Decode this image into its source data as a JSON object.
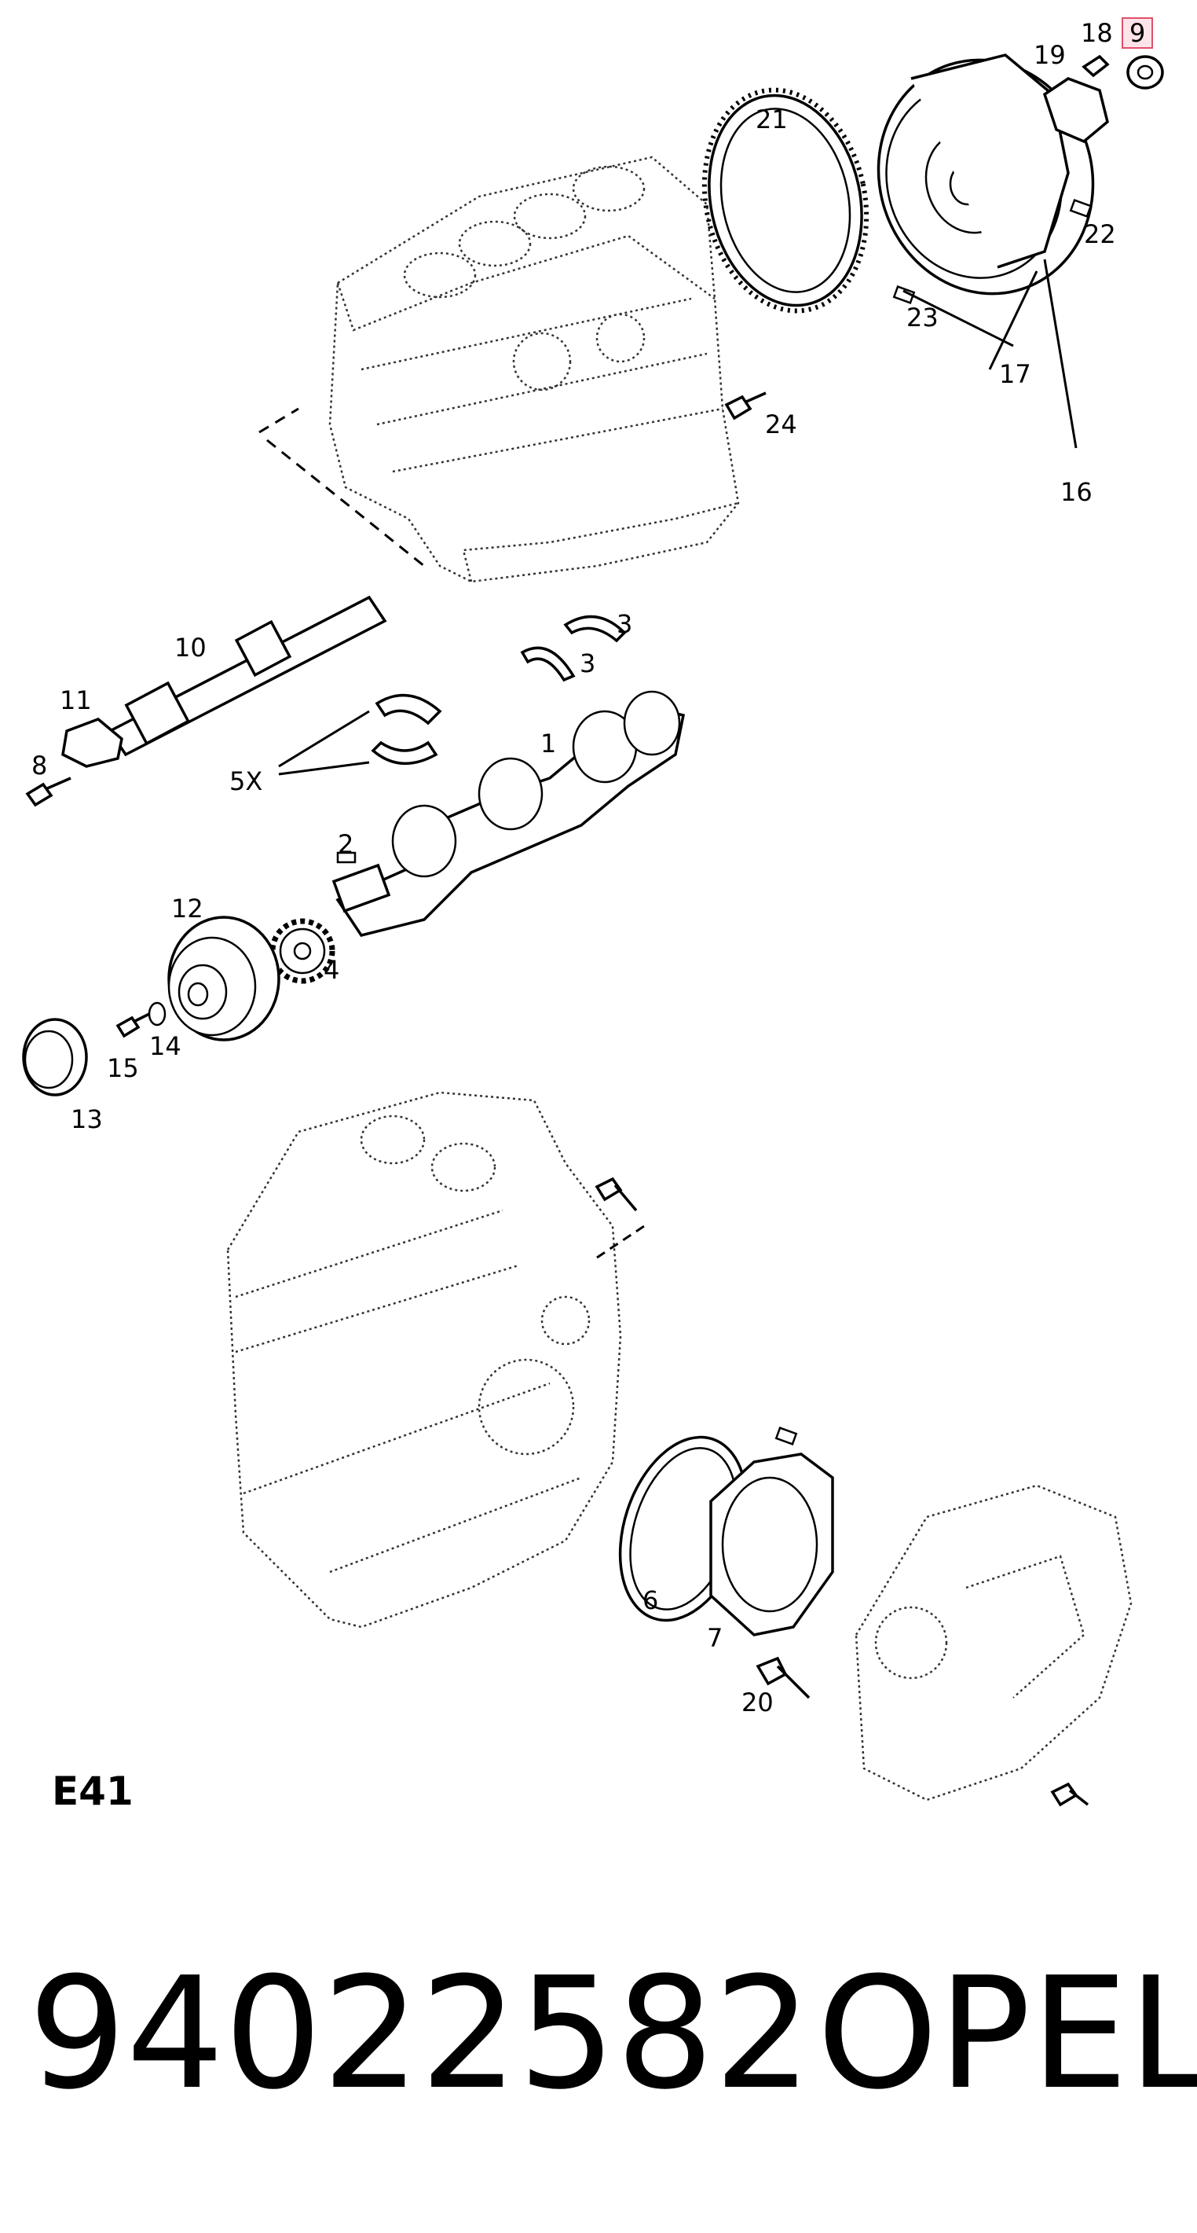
{
  "diagram": {
    "section_code": "E41",
    "part_number": "94022582",
    "brand": "OPEL",
    "highlight_color": "#e0506a",
    "callouts": [
      "1",
      "2",
      "3",
      "3",
      "4",
      "5X",
      "6",
      "7",
      "8",
      "9",
      "10",
      "11",
      "12",
      "13",
      "14",
      "15",
      "16",
      "17",
      "18",
      "19",
      "20",
      "21",
      "22",
      "23",
      "24"
    ]
  }
}
